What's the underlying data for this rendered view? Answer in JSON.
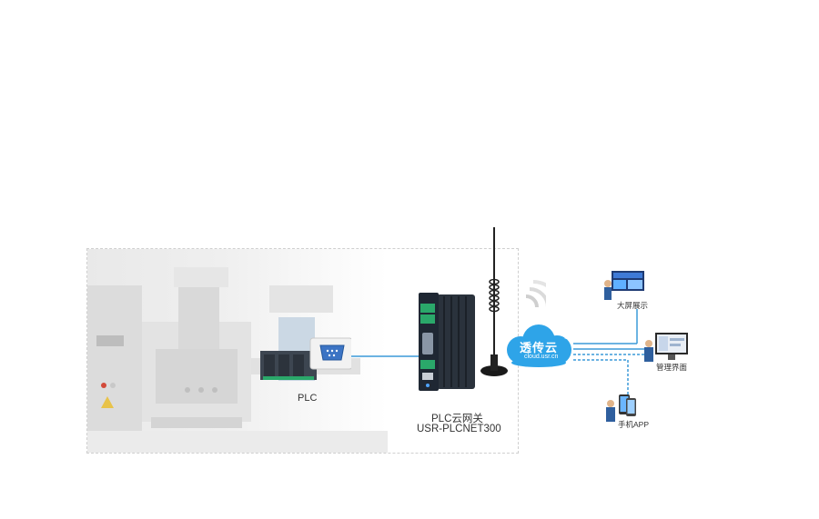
{
  "plc": {
    "label": "PLC"
  },
  "gateway": {
    "name": "PLC云网关",
    "model": "USR-PLCNET300"
  },
  "cloud": {
    "title": "透传云",
    "registered_mark": "®",
    "url": "cloud.usr.cn"
  },
  "endpoints": {
    "big_screen": "大屏展示",
    "management": "管理界面",
    "mobile_app": "手机APP"
  },
  "colors": {
    "link_line": "#3b9ad9",
    "cloud": "#2ea4e8",
    "terminal_green": "#2aa86a",
    "device_dark": "#1f2733"
  }
}
